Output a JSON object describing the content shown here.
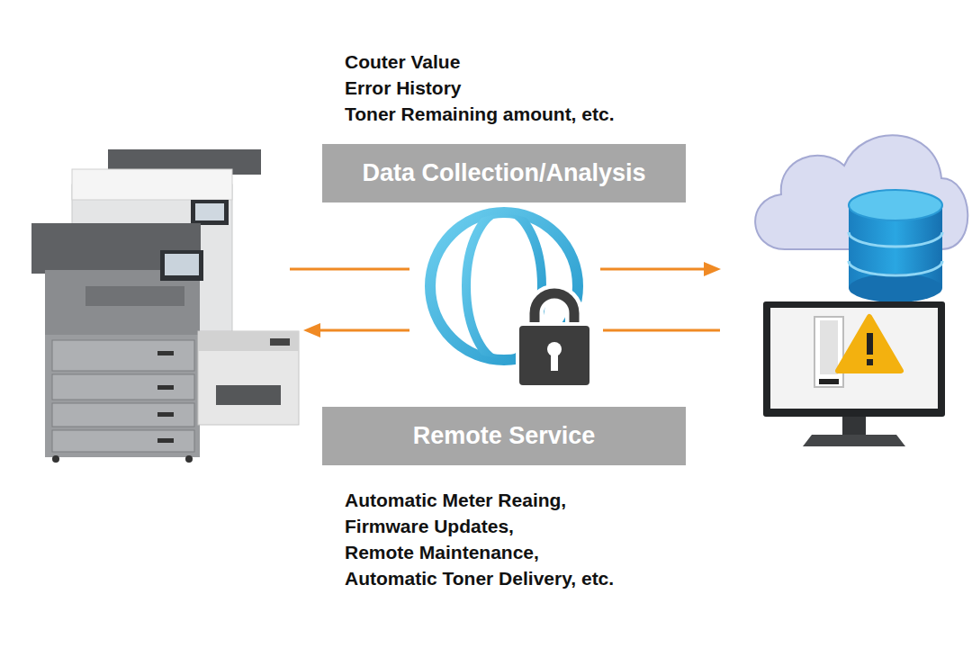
{
  "diagram": {
    "nodes": [
      {
        "text": [
          "Data Collection/Analysis"
        ]
      },
      {
        "text": [
          "Remote Service"
        ]
      }
    ],
    "labels": [
      "Couter Value",
      "Error History",
      "Toner Remaining amount, etc.",
      "Automatic Meter Reaing,",
      "Firmware Updates,",
      "Remote Maintenance,",
      "Automatic Toner Delivery, etc."
    ]
  }
}
